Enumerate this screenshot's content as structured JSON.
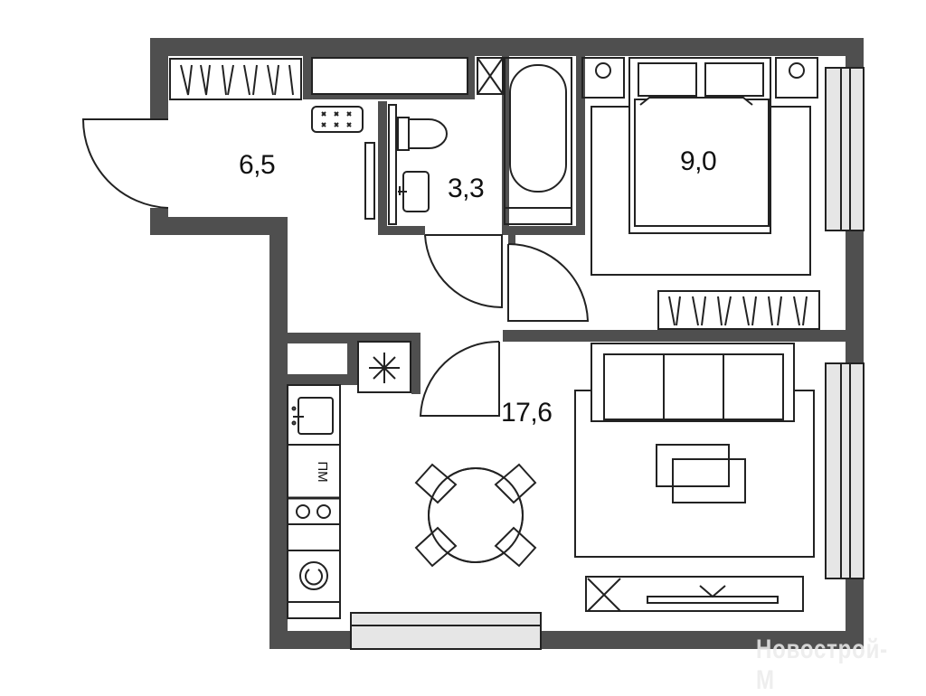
{
  "rooms": [
    {
      "id": "hall",
      "area": "6,5"
    },
    {
      "id": "bathroom",
      "area": "3,3"
    },
    {
      "id": "bedroom",
      "area": "9,0"
    },
    {
      "id": "living-kitchen",
      "area": "17,6"
    }
  ],
  "appliances": {
    "dishwasher_label": "ПМ"
  },
  "watermark": "Новострой-М",
  "colors": {
    "wall": "#4f4f4f",
    "window": "#e6e6e6",
    "line": "#222222"
  }
}
